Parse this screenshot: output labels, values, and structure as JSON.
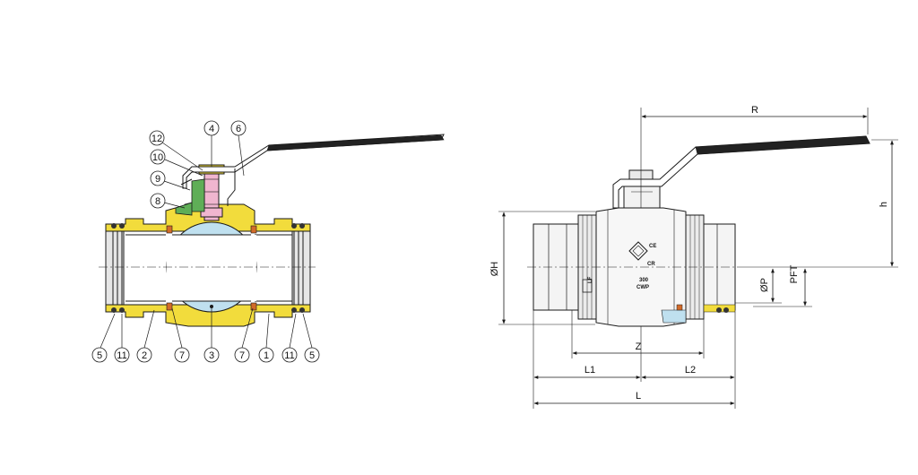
{
  "callouts": {
    "top": [
      "12",
      "4",
      "6",
      "10",
      "9",
      "8"
    ],
    "bottom": [
      "5",
      "11",
      "2",
      "7",
      "3",
      "7",
      "1",
      "11",
      "5"
    ]
  },
  "dimensions": {
    "R": "R",
    "h": "h",
    "OH": "ØH",
    "OP": "ØP",
    "PFT": "PFT",
    "Z": "Z",
    "L1": "L1",
    "L2": "L2",
    "L": "L"
  },
  "body_markings": {
    "ce": "CE",
    "cr": "CR",
    "pressure": "300",
    "rating": "CWP",
    "lf": "LF"
  },
  "colors": {
    "brass": "#f2dc3c",
    "brass_dark": "#c9a800",
    "ball": "#bfe0ef",
    "stem": "#f0b6cf",
    "packing": "#5fae57",
    "handle": "#222222",
    "seat": "#d26b2a",
    "line": "#1a1a1a"
  },
  "icons": [
    "certification-logo-icon"
  ]
}
